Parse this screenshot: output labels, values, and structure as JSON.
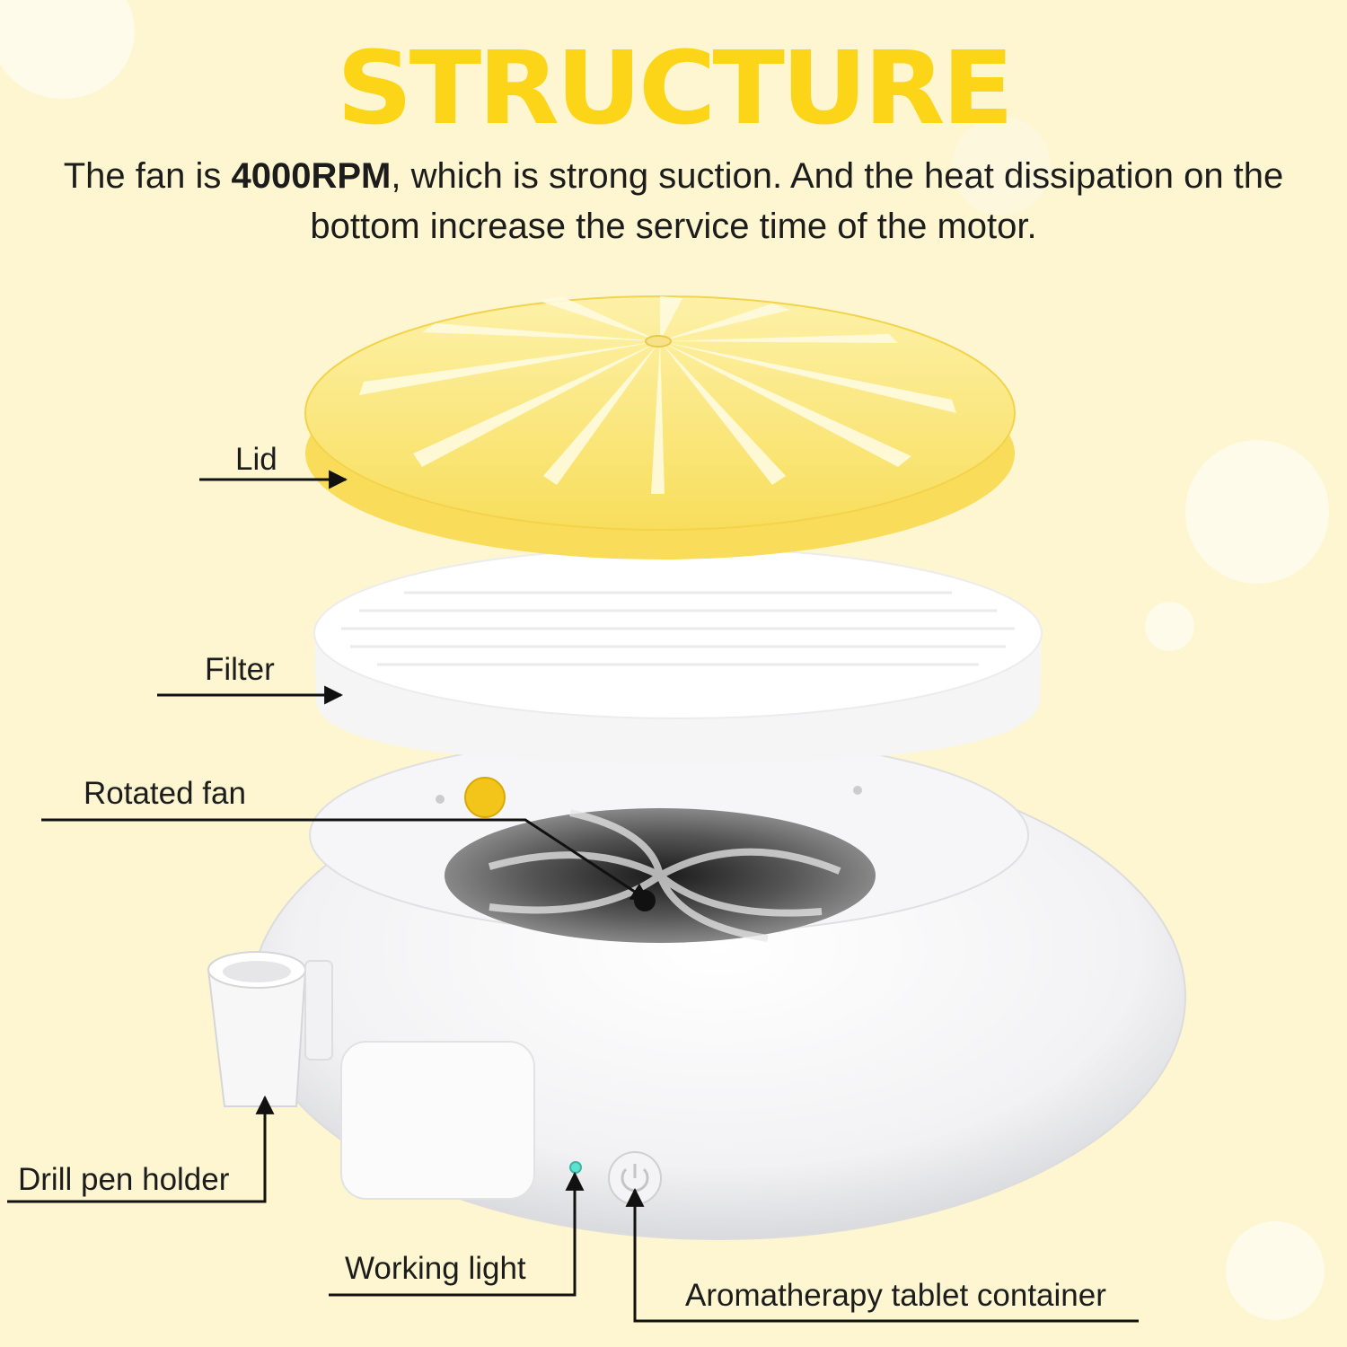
{
  "title": "STRUCTURE",
  "description": {
    "part1": "The fan is ",
    "bold": "4000RPM",
    "part2": ", which is strong suction. And the heat dissipation on the bottom increase the service time of the motor."
  },
  "labels": {
    "lid": "Lid",
    "filter": "Filter",
    "fan": "Rotated fan",
    "pen_holder": "Drill pen holder",
    "light": "Working light",
    "aroma": "Aromatherapy tablet container"
  },
  "colors": {
    "title": "#fcd418",
    "background": "#fdf6d0",
    "lid": "#fbe97a",
    "indicator": "#5fe0d0"
  },
  "icons": [
    "power-icon",
    "arrow-icon"
  ]
}
